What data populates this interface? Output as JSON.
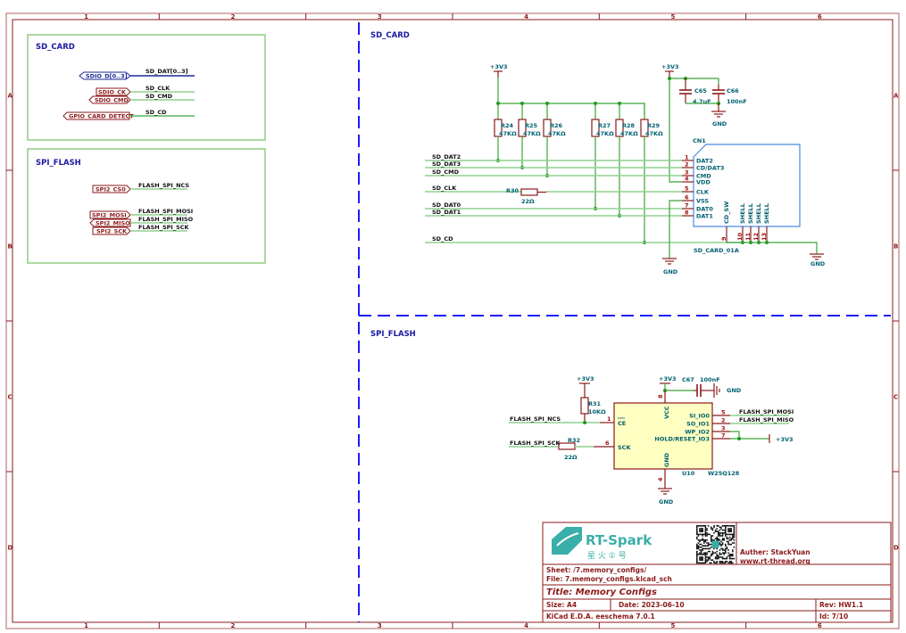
{
  "frame": {
    "columns": [
      "1",
      "2",
      "3",
      "4",
      "5",
      "6"
    ],
    "rows": [
      "A",
      "B",
      "C",
      "D"
    ]
  },
  "left_panel": {
    "sd_card": {
      "title": "SD_CARD",
      "labels": [
        {
          "port": "SDIO_D[0..3]",
          "net": "SD_DAT[0..3]"
        },
        {
          "port": "SDIO_CK",
          "net": "SD_CLK"
        },
        {
          "port": "SDIO_CMD",
          "net": "SD_CMD"
        },
        {
          "port": "GPIO_CARD_DETECT",
          "net": "SD_CD"
        }
      ]
    },
    "spi_flash": {
      "title": "SPI_FLASH",
      "labels": [
        {
          "port": "SPI2_CS0",
          "net": "FLASH_SPI_NCS"
        },
        {
          "port": "SPI2_MOSI",
          "net": "FLASH_SPI_MOSI"
        },
        {
          "port": "SPI2_MISO",
          "net": "FLASH_SPI_MISO"
        },
        {
          "port": "SPI2_SCK",
          "net": "FLASH_SPI_SCK"
        }
      ]
    }
  },
  "sd_section": {
    "title": "SD_CARD",
    "power": "+3V3",
    "gnd": "GND",
    "resistors": [
      {
        "ref": "R24",
        "value": "47KΩ"
      },
      {
        "ref": "R25",
        "value": "47KΩ"
      },
      {
        "ref": "R26",
        "value": "47KΩ"
      },
      {
        "ref": "R27",
        "value": "47KΩ"
      },
      {
        "ref": "R28",
        "value": "47KΩ"
      },
      {
        "ref": "R29",
        "value": "47KΩ"
      }
    ],
    "caps": [
      {
        "ref": "C65",
        "value": "4.7uF"
      },
      {
        "ref": "C66",
        "value": "100nF"
      }
    ],
    "r30": {
      "ref": "R30",
      "value": "22Ω"
    },
    "nets": [
      "SD_DAT2",
      "SD_DAT3",
      "SD_CMD",
      "SD_CLK",
      "SD_DAT0",
      "SD_DAT1",
      "SD_CD"
    ],
    "connector": {
      "ref": "CN1",
      "part": "SD_CARD_01A",
      "pins": [
        {
          "num": "1",
          "name": "DAT2"
        },
        {
          "num": "2",
          "name": "CD/DAT3"
        },
        {
          "num": "3",
          "name": "CMD"
        },
        {
          "num": "4",
          "name": "VDD"
        },
        {
          "num": "5",
          "name": "CLK"
        },
        {
          "num": "6",
          "name": "VSS"
        },
        {
          "num": "7",
          "name": "DAT0"
        },
        {
          "num": "8",
          "name": "DAT1"
        }
      ],
      "bottom_pins": [
        {
          "num": "9",
          "name": "CD_SW"
        },
        {
          "num": "10",
          "name": "SHELL"
        },
        {
          "num": "11",
          "name": "SHELL"
        },
        {
          "num": "12",
          "name": "SHELL"
        },
        {
          "num": "13",
          "name": "SHELL"
        }
      ]
    }
  },
  "spi_section": {
    "title": "SPI_FLASH",
    "power": "+3V3",
    "gnd": "GND",
    "r31": {
      "ref": "R31",
      "value": "10KΩ"
    },
    "r32": {
      "ref": "R32",
      "value": "22Ω"
    },
    "c67": {
      "ref": "C67",
      "value": "100nF"
    },
    "nets": {
      "ncs": "FLASH_SPI_NCS",
      "sck": "FLASH_SPI_SCK",
      "mosi": "FLASH_SPI_MOSI",
      "miso": "FLASH_SPI_MISO"
    },
    "chip": {
      "ref": "U10",
      "part": "W25Q128",
      "left_pins": [
        {
          "num": "1",
          "name": "CE"
        },
        {
          "num": "6",
          "name": "SCK"
        }
      ],
      "right_pins": [
        {
          "num": "5",
          "name": "SI_IO0"
        },
        {
          "num": "2",
          "name": "SO_IO1"
        },
        {
          "num": "3",
          "name": "WP_IO2"
        },
        {
          "num": "7",
          "name": "HOLD/RESET_IO3"
        }
      ],
      "top_pin": {
        "num": "8",
        "name": "VCC"
      },
      "bottom_pin": {
        "num": "4",
        "name": "GND"
      }
    }
  },
  "title_block": {
    "logo_text": "RT-Spark",
    "logo_sub": "星 火 ① 号",
    "author": "Auther: StackYuan",
    "website": "www.rt-thread.org",
    "sheet": "Sheet: /7.memory_configs/",
    "file": "File: 7.memory_configs.kicad_sch",
    "title": "Title: Memory Configs",
    "size": "Size: A4",
    "date": "Date: 2023-06-10",
    "rev": "Rev: HW1.1",
    "tool": "KiCad E.D.A.  eeschema 7.0.1",
    "id": "Id: 7/10"
  }
}
